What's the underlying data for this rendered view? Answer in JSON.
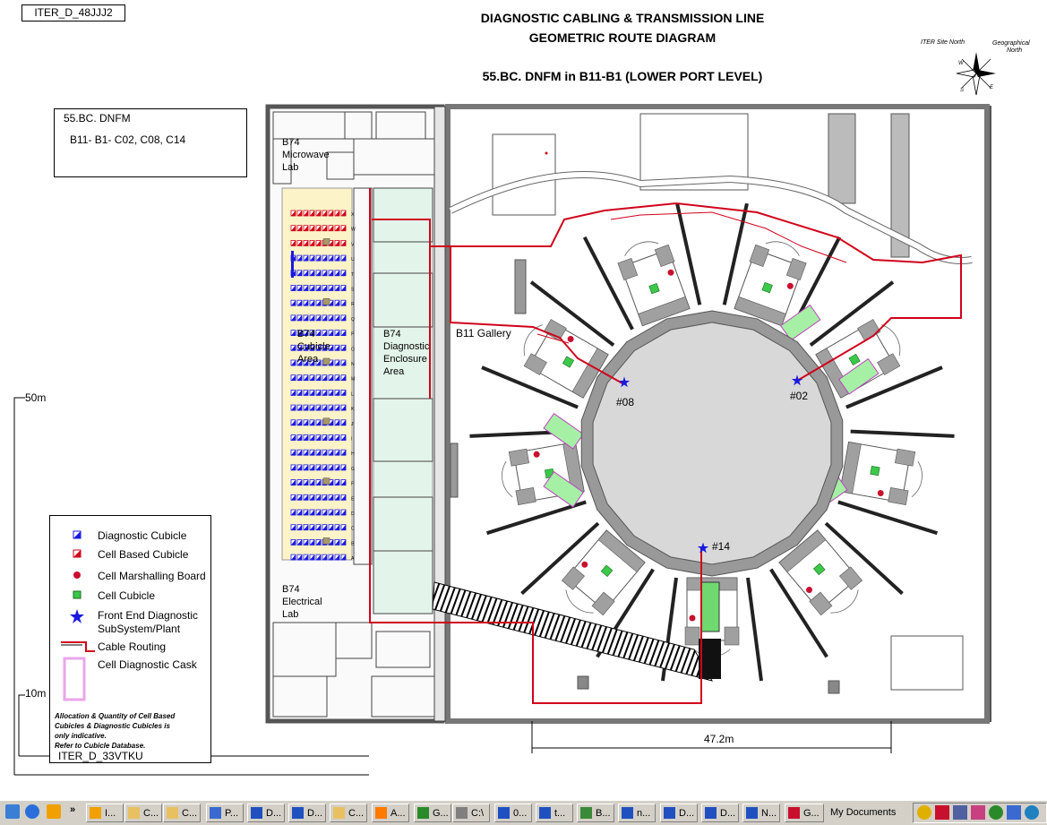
{
  "doc_id": "ITER_D_48JJJ2",
  "title_line1": "DIAGNOSTIC CABLING & TRANSMISSION LINE",
  "title_line2": "GEOMETRIC ROUTE DIAGRAM",
  "subtitle": "55.BC. DNFM  in B11-B1 (LOWER PORT LEVEL)",
  "info_box": {
    "line1": "55.BC. DNFM",
    "line2": "B11- B1- C02, C08, C14"
  },
  "compass": {
    "site_north": "ITER Site North",
    "geo_north_1": "Geographical",
    "geo_north_2": "North"
  },
  "scale": {
    "label_50m": "50m",
    "label_10m": "10m",
    "dimension": "47.2m"
  },
  "plan_labels": {
    "microwave_lab": [
      "B74",
      "Microwave",
      "Lab"
    ],
    "cubicle_area": [
      "B74",
      "Cubicle",
      "Area"
    ],
    "diag_enclosure": [
      "B74",
      "Diagnostic",
      "Enclosure",
      "Area"
    ],
    "electrical_lab": [
      "B74",
      "Electrical",
      "Lab"
    ],
    "gallery": "B11 Gallery"
  },
  "row_letters": [
    "X",
    "W",
    "V",
    "U",
    "T",
    "S",
    "R",
    "Q",
    "P",
    "O",
    "N",
    "M",
    "L",
    "K",
    "J",
    "I",
    "H",
    "G",
    "F",
    "E",
    "D",
    "C",
    "B",
    "A"
  ],
  "ports": [
    {
      "label": "#08"
    },
    {
      "label": "#02"
    },
    {
      "label": "#14"
    }
  ],
  "legend": {
    "items": [
      {
        "label": "Diagnostic  Cubicle",
        "icon": "diagnostic-cubicle-icon"
      },
      {
        "label": "Cell Based Cubicle",
        "icon": "cell-based-cubicle-icon"
      },
      {
        "label": "Cell Marshalling Board",
        "icon": "marshalling-board-icon"
      },
      {
        "label": "Cell Cubicle",
        "icon": "cell-cubicle-icon"
      },
      {
        "label": "Front End Diagnostic",
        "label2": "SubSystem/Plant",
        "icon": "star-icon"
      },
      {
        "label": "Cable Routing",
        "icon": "cable-routing-icon"
      },
      {
        "label": "Cell Diagnostic Cask",
        "icon": "cask-icon"
      }
    ],
    "note_lines": [
      "Allocation & Quantity of Cell Based",
      "Cubicles  &  Diagnostic  Cubicles  is",
      "only indicative.",
      "Refer to Cubicle Database."
    ],
    "ref_id": "ITER_D_33VTKU"
  },
  "colors": {
    "cable": "#d0021b",
    "cubicle_area": "#fdf3c8",
    "enclosure_area": "#e3f5ea",
    "cell_cubicle": "#3cc84a",
    "cask": "#e9a6e9",
    "star": "#1a1ae0",
    "building": "#a0a0a0"
  },
  "taskbar": {
    "buttons": [
      "I...",
      "C...",
      "C...",
      "P...",
      "D...",
      "D...",
      "C...",
      "A...",
      "G...",
      "C:\\",
      "0...",
      "t...",
      "B...",
      "n...",
      "D...",
      "D...",
      "N...",
      "G..."
    ],
    "my_documents": "My Documents"
  }
}
